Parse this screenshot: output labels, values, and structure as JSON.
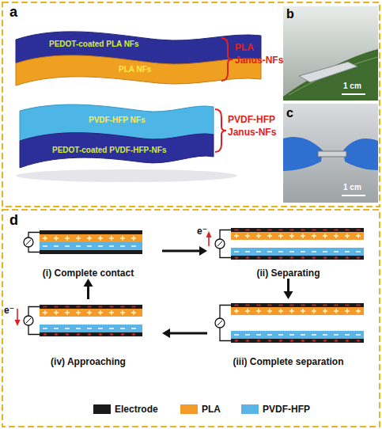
{
  "diagram": {
    "nodes": [
      {
        "text": [
          "(i) Complete contact"
        ]
      },
      {
        "text": [
          "(ii) Separating"
        ]
      },
      {
        "text": [
          "(iii) Complete separation"
        ]
      },
      {
        "text": [
          "(iv) Approaching"
        ]
      }
    ],
    "edges": [
      {
        "from": 0,
        "to": 1,
        "arrow": "to"
      },
      {
        "from": 1,
        "to": 2,
        "arrow": "to"
      },
      {
        "from": 2,
        "to": 3,
        "arrow": "to"
      },
      {
        "from": 3,
        "to": 0,
        "arrow": "to"
      }
    ],
    "labels": [
      "a",
      "PEDOT-coated PLA NFs",
      "PLA NFs",
      "PLA",
      "Janus-NFs",
      "PVDF-HFP NFs",
      "PEDOT-coated PVDF-HFP-NFs",
      "PVDF-HFP",
      "Janus-NFs",
      "b",
      "1 cm",
      "c",
      "1 cm",
      "d",
      "e⁻",
      "e⁻"
    ],
    "legend": [
      {
        "text": "Electrode",
        "color": "#1a1a1a"
      },
      {
        "text": "PLA",
        "color": "#f39a2b"
      },
      {
        "text": "PVDF-HFP",
        "color": "#5ab4e5"
      }
    ]
  }
}
